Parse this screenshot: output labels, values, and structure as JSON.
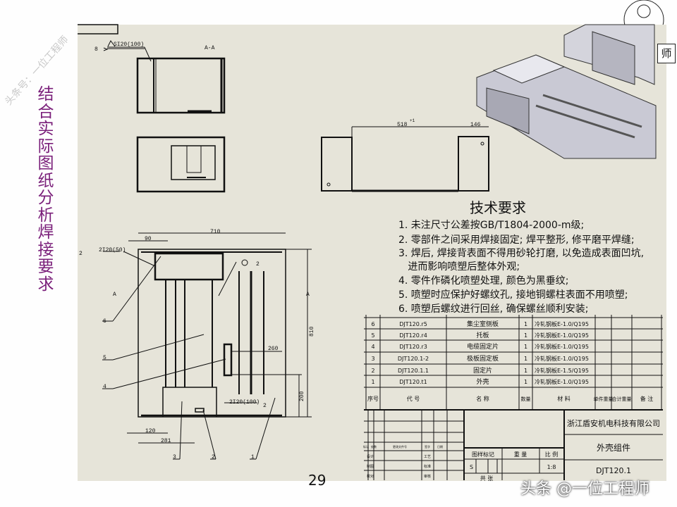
{
  "slide": {
    "title": "结合实际图纸分析焊接要求",
    "watermark": "头条号：一位工程师",
    "page_number": "29",
    "footer_watermark": "头条 @一位工程师",
    "corner_text": "师",
    "accent_color": "#7a1f7a",
    "sheet_color": "#e6e4d9"
  },
  "drawing": {
    "section_label": "A-A",
    "section_marker": "A",
    "welds": [
      {
        "ref": "8",
        "symbol": "SI20(100)"
      },
      {
        "ref": "2",
        "symbol": "2I20(50)"
      },
      {
        "ref": "2",
        "symbol": "2I20(100)"
      },
      {
        "ref": "2",
        "symbol": "○"
      }
    ],
    "dimensions": {
      "width": "710",
      "left_offset": "90",
      "height": "810",
      "slot_pos": "260",
      "slot_height": "200",
      "bottom_left": "120",
      "bottom_pos": "281",
      "side_span": "518",
      "side_tol": "+1",
      "side_right": "146"
    },
    "balloons": [
      "6",
      "5",
      "4",
      "3",
      "2",
      "1"
    ],
    "tech_requirements": {
      "title": "技术要求",
      "items": [
        "1. 未注尺寸公差按GB/T1804-2000-m级;",
        "2. 零部件之间采用焊接固定; 焊平整形, 修平磨平焊缝;",
        "3. 焊后, 焊接背表面不得用砂轮打磨, 以免造成表面凹坑,",
        "   进而影响喷塑后整体外观;",
        "4. 零件作磷化喷塑处理, 颜色为黑垂纹;",
        "5. 喷塑时应保护好螺纹孔, 接地铜螺柱表面不用喷塑;",
        "6. 喷塑后螺纹进行回丝, 确保螺丝顺利安装;"
      ]
    },
    "bom": {
      "headers": [
        "序号",
        "代  号",
        "名  称",
        "数量",
        "材    料",
        "单件重量",
        "合计重量",
        "备 注"
      ],
      "rows": [
        [
          "6",
          "DJT120.r5",
          "集尘室侧板",
          "1",
          "冷轧钢板E-1.0/Q195"
        ],
        [
          "5",
          "DJT120.r4",
          "托板",
          "1",
          "冷轧钢板E-1.0/Q195"
        ],
        [
          "4",
          "DJT120.r3",
          "电缆固定片",
          "1",
          "冷轧钢板E-1.0/Q195"
        ],
        [
          "3",
          "DJT120.1-2",
          "极板固定板",
          "1",
          "冷轧钢板E-1.0/Q195"
        ],
        [
          "2",
          "DJT120.1.1",
          "固定片",
          "1",
          "冷轧钢板E-1.5/Q195"
        ],
        [
          "1",
          "DJT120.t1",
          "外壳",
          "1",
          "冷轧钢板E-1.0/Q195"
        ]
      ]
    },
    "title_block": {
      "company": "浙江盾安机电科技有限公司",
      "part_name": "外壳组件",
      "drawing_no": "DJT120.1",
      "rev_headers": [
        "标记",
        "处数",
        "更改文件号",
        "签字",
        "日期"
      ],
      "sign_rows": [
        [
          "设计",
          "工艺"
        ],
        [
          "制图",
          "标准"
        ],
        [
          "校对",
          "审核"
        ]
      ],
      "stage_label": "图样标记",
      "weight_label": "重  量",
      "scale_label": "比  例",
      "stage": "S",
      "scale": "1:8",
      "sheet_label": "共  张"
    }
  }
}
